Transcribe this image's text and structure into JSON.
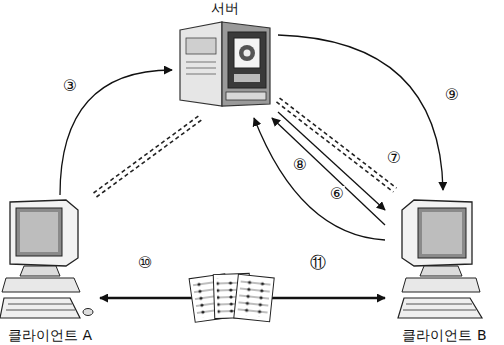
{
  "diagram": {
    "nodes": [
      {
        "text": [
          "서버"
        ]
      },
      {
        "text": [
          "클라이언트 A"
        ]
      },
      {
        "text": [
          "클라이언트 B"
        ]
      }
    ],
    "edges": [
      {
        "from": 1,
        "to": 0,
        "arrow": "to",
        "label": "③"
      },
      {
        "from": 1,
        "to": 0,
        "arrow": "none"
      },
      {
        "from": 0,
        "to": 2,
        "arrow": "to",
        "label": "⑨"
      },
      {
        "from": 0,
        "to": 2,
        "arrow": "none"
      },
      {
        "from": 0,
        "to": 2,
        "arrow": "to",
        "label": "⑦"
      },
      {
        "from": 2,
        "to": 0,
        "arrow": "to",
        "label": "⑥"
      },
      {
        "from": 2,
        "to": 0,
        "arrow": "to",
        "label": "⑧"
      },
      {
        "from": 1,
        "to": 2,
        "arrow": "both"
      }
    ],
    "labels": [
      "⑩",
      "⑪"
    ]
  }
}
